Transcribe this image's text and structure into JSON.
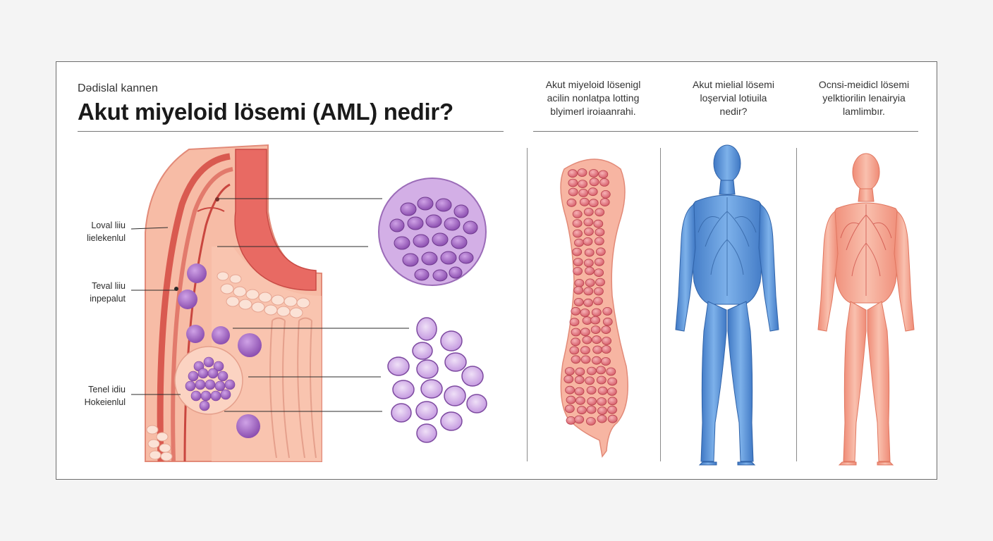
{
  "header": {
    "kicker": "Dǝdislal kannen",
    "title": "Akut miyeloid lösemi (AML) nedir?"
  },
  "columns": [
    {
      "lines": [
        "Akut miyeloid lösenigl",
        "acilin nonlatpa lotting",
        "blyimerl iroiaanrahi."
      ]
    },
    {
      "lines": [
        "Akut mielial lösemi",
        "loşervial lotiuila",
        "nedir?"
      ]
    },
    {
      "lines": [
        "Ocnsi-meidicl lösemi",
        "yelktiorilin lenairyia",
        "lamlimbır."
      ]
    }
  ],
  "labels": [
    {
      "lines": [
        "Loval liiu",
        "lielekenlul"
      ]
    },
    {
      "lines": [
        "Teval liiu",
        "inpepalut"
      ]
    },
    {
      "lines": [
        "Tenel idiu",
        "Hokeienlul"
      ]
    }
  ],
  "colors": {
    "tissue": "#f6b8a2",
    "tissue_outline": "#e28a78",
    "vessel": "#e0605a",
    "cell_purple": "#a86cc6",
    "cell_light": "#d7b4e8",
    "blue_body": "#5b93d6",
    "red_body": "#f4a089"
  }
}
